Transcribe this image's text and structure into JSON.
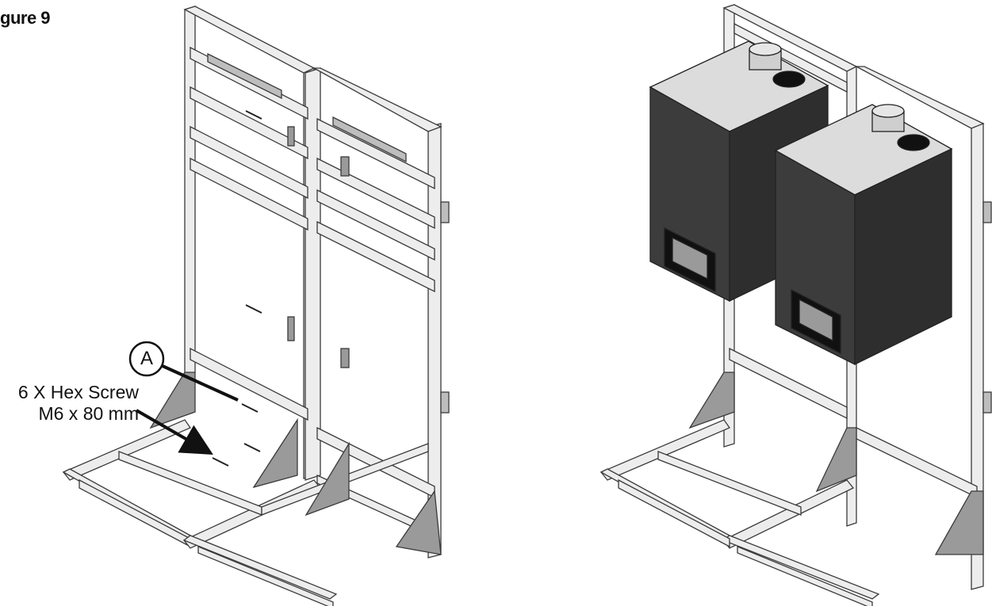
{
  "figure": {
    "title": "gure 9"
  },
  "callout": {
    "letter": "A",
    "line1": "6 X Hex Screw",
    "line2": "M6 x 80 mm"
  },
  "colors": {
    "frame_fill": "#ededed",
    "frame_stroke": "#3a3a3a",
    "bracket_fill": "#9a9a9a",
    "boiler_body": "#3c3c3c",
    "boiler_side": "#2e2e2e",
    "boiler_top": "#dcdcdc"
  }
}
